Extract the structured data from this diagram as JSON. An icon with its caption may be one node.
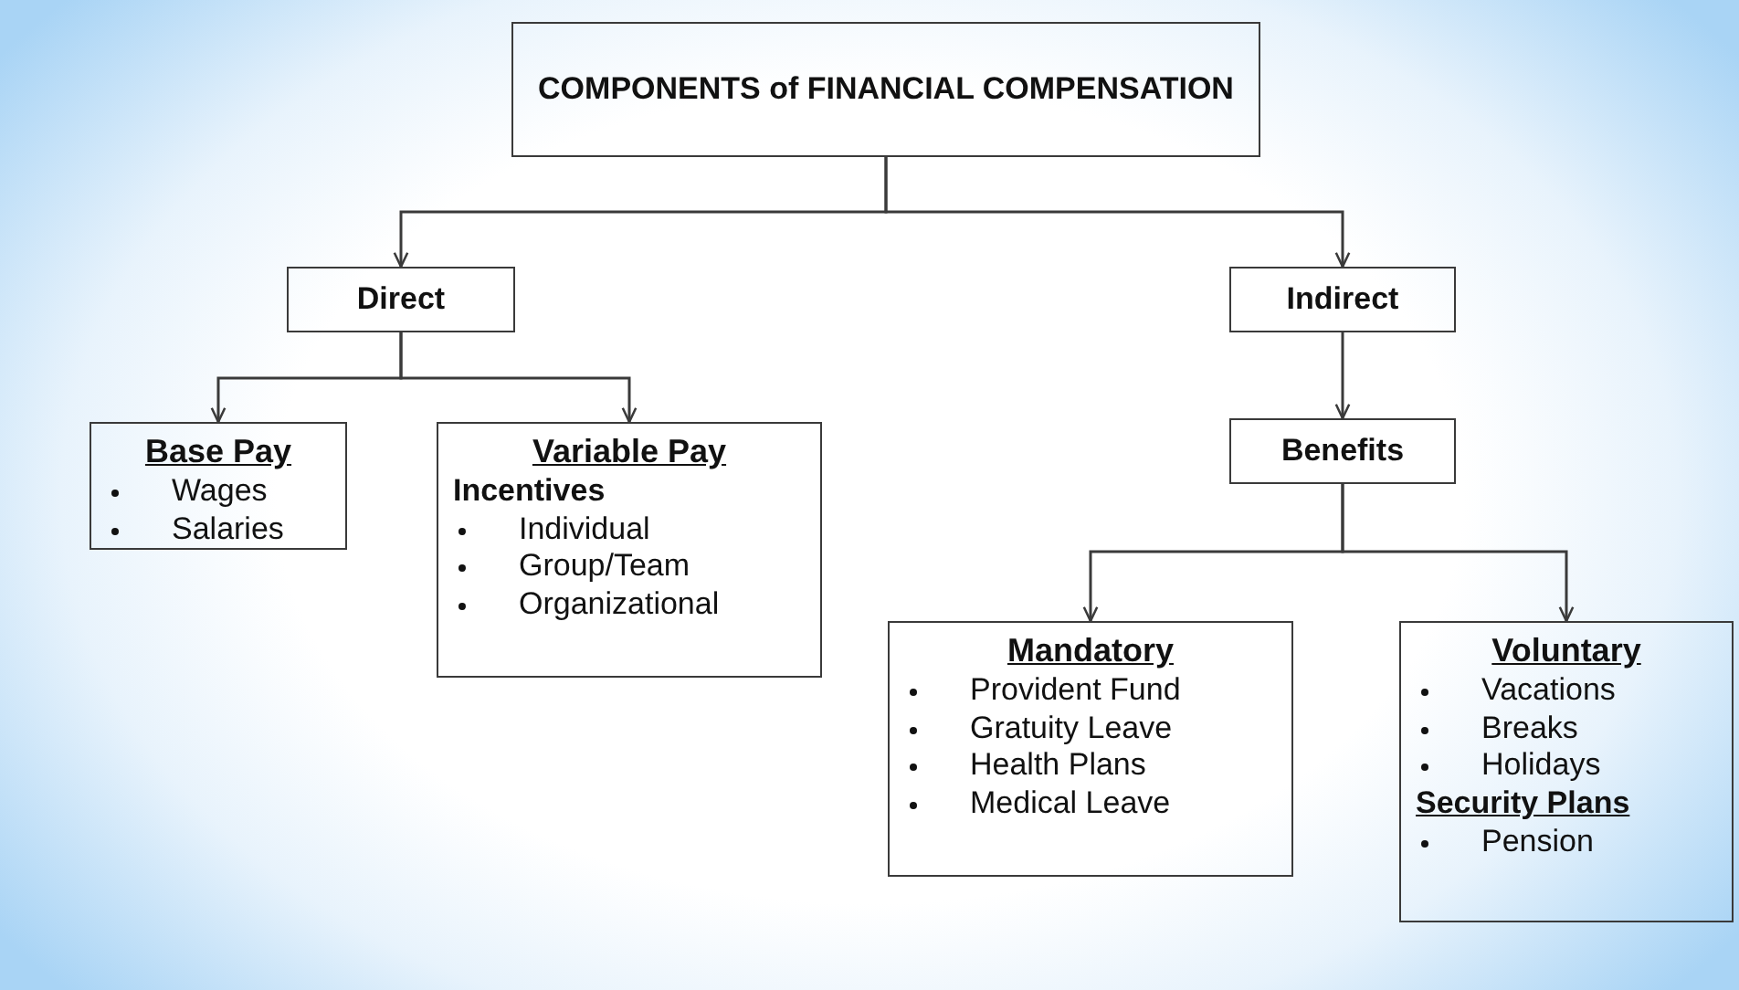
{
  "diagram": {
    "nodes": [
      {
        "text": [
          "COMPONENTS of FINANCIAL COMPENSATION"
        ]
      },
      {
        "text": [
          "Direct"
        ]
      },
      {
        "text": [
          "Indirect"
        ]
      },
      {
        "text": [
          "Base Pay",
          "Wages",
          "Salaries"
        ]
      },
      {
        "text": [
          "Variable Pay",
          "Incentives",
          "Individual",
          "Group/Team",
          "Organizational"
        ]
      },
      {
        "text": [
          "Benefits"
        ]
      },
      {
        "text": [
          "Mandatory",
          "Provident Fund",
          "Gratuity Leave",
          "Health Plans",
          "Medical Leave"
        ]
      },
      {
        "text": [
          "Voluntary",
          "Vacations",
          "Breaks",
          "Holidays",
          "Security Plans",
          "Pension"
        ]
      }
    ],
    "edges": [
      {
        "from": 0,
        "to": 1,
        "arrow": "to"
      },
      {
        "from": 0,
        "to": 2,
        "arrow": "to"
      },
      {
        "from": 1,
        "to": 3,
        "arrow": "to"
      },
      {
        "from": 1,
        "to": 4,
        "arrow": "to"
      },
      {
        "from": 2,
        "to": 5,
        "arrow": "to"
      },
      {
        "from": 5,
        "to": 6,
        "arrow": "to"
      },
      {
        "from": 5,
        "to": 7,
        "arrow": "to"
      }
    ]
  }
}
